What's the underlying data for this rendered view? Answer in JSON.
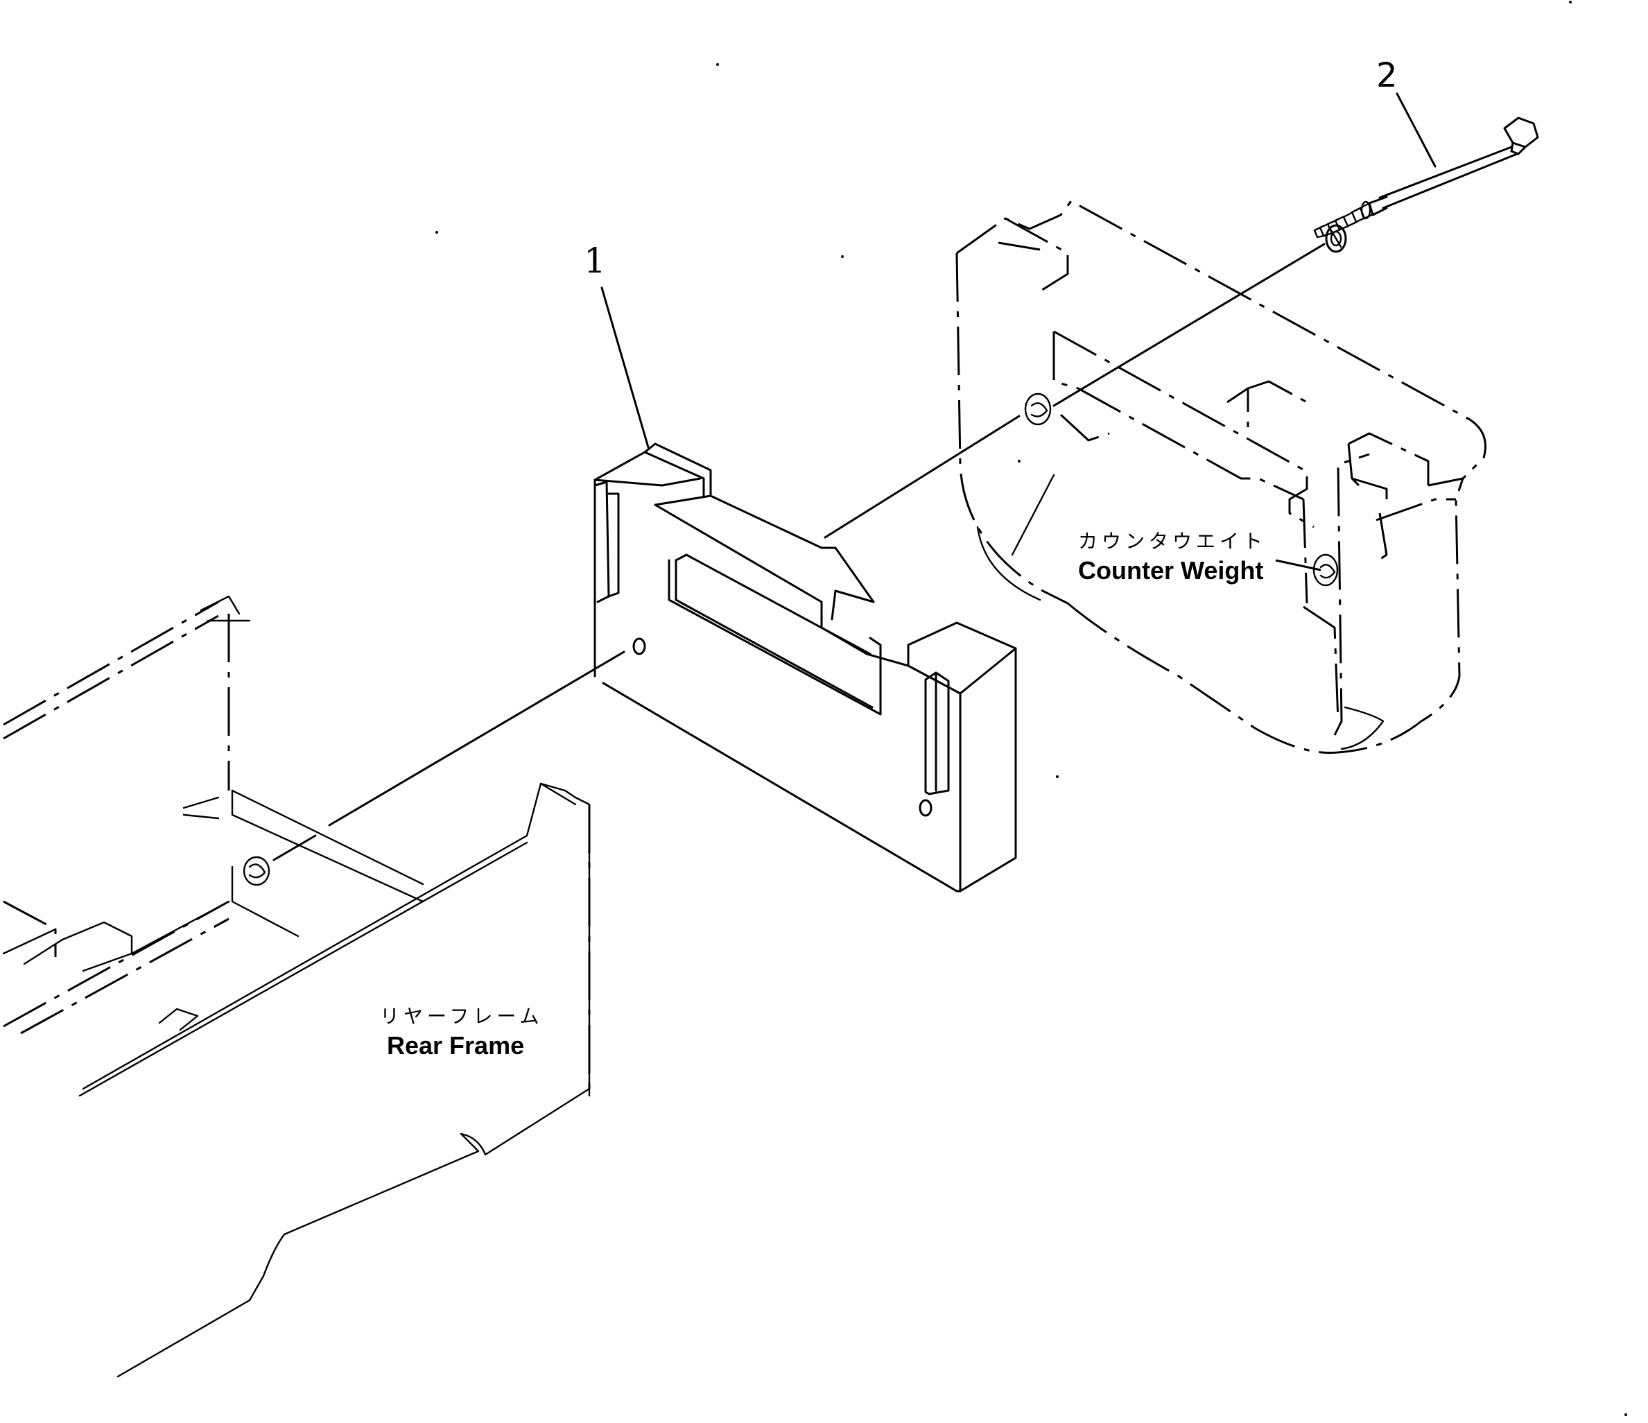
{
  "callouts": [
    {
      "id": "1",
      "label": "1"
    },
    {
      "id": "2",
      "label": "2"
    }
  ],
  "labels": {
    "counter_weight_jp": "カウンタウエイト",
    "counter_weight_en": "Counter Weight",
    "rear_frame_jp": "リヤーフレーム",
    "rear_frame_en": "Rear Frame"
  },
  "colors": {
    "line": "#000000",
    "background": "#ffffff"
  }
}
